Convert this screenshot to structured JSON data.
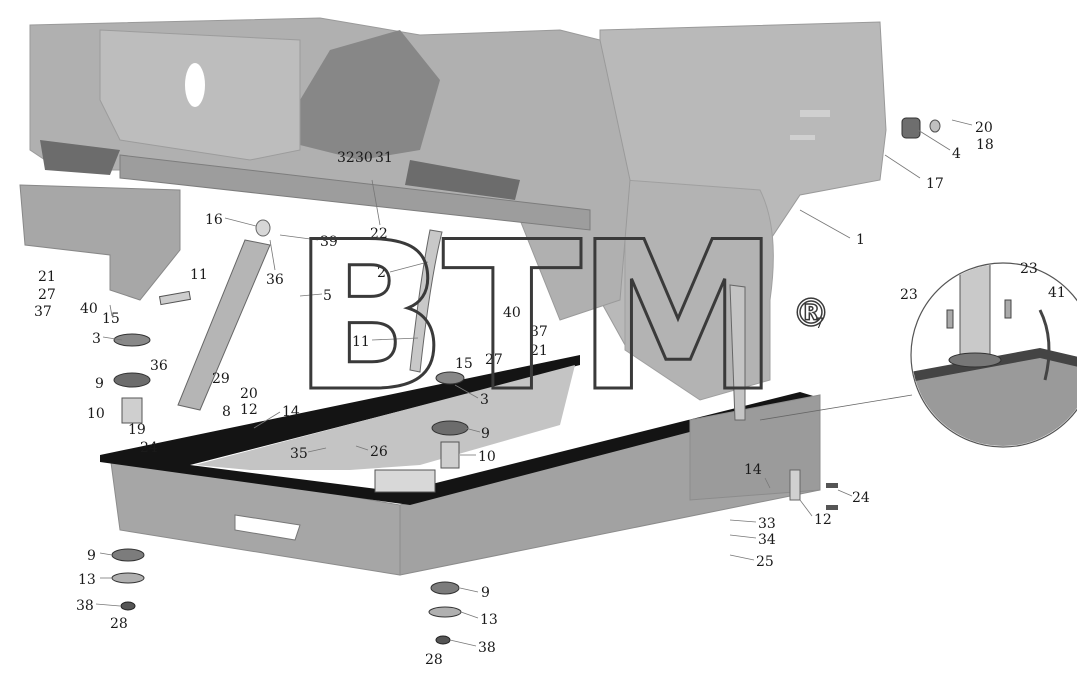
{
  "watermark": {
    "text": "BTM",
    "registered_mark": "®"
  },
  "colors": {
    "cab_fill": "#b7b7b7",
    "cab_dark": "#8a8a8a",
    "frame_fill": "#a8a8a8",
    "frame_top": "#141414",
    "inset_fill": "#b0b0b0",
    "label": "#1a1a1a",
    "leader": "#777777"
  },
  "callouts": [
    "1",
    "2",
    "3",
    "4",
    "5",
    "7",
    "8",
    "9",
    "10",
    "11",
    "12",
    "13",
    "14",
    "15",
    "16",
    "17",
    "18",
    "19",
    "20",
    "21",
    "22",
    "23",
    "24",
    "25",
    "26",
    "27",
    "28",
    "29",
    "30",
    "31",
    "32",
    "33",
    "34",
    "35",
    "36",
    "37",
    "38",
    "39",
    "40",
    "41"
  ],
  "labels": [
    {
      "id": "lbl-1",
      "text": "1"
    },
    {
      "id": "lbl-2",
      "text": "2"
    },
    {
      "id": "lbl-3a",
      "text": "3"
    },
    {
      "id": "lbl-3b",
      "text": "3"
    },
    {
      "id": "lbl-4",
      "text": "4"
    },
    {
      "id": "lbl-5",
      "text": "5"
    },
    {
      "id": "lbl-7",
      "text": "7"
    },
    {
      "id": "lbl-8",
      "text": "8"
    },
    {
      "id": "lbl-9a",
      "text": "9"
    },
    {
      "id": "lbl-9b",
      "text": "9"
    },
    {
      "id": "lbl-9c",
      "text": "9"
    },
    {
      "id": "lbl-9d",
      "text": "9"
    },
    {
      "id": "lbl-10a",
      "text": "10"
    },
    {
      "id": "lbl-10b",
      "text": "10"
    },
    {
      "id": "lbl-11a",
      "text": "11"
    },
    {
      "id": "lbl-11b",
      "text": "11"
    },
    {
      "id": "lbl-12a",
      "text": "12"
    },
    {
      "id": "lbl-12b",
      "text": "12"
    },
    {
      "id": "lbl-13a",
      "text": "13"
    },
    {
      "id": "lbl-13b",
      "text": "13"
    },
    {
      "id": "lbl-14a",
      "text": "14"
    },
    {
      "id": "lbl-14b",
      "text": "14"
    },
    {
      "id": "lbl-15a",
      "text": "15"
    },
    {
      "id": "lbl-15b",
      "text": "15"
    },
    {
      "id": "lbl-16",
      "text": "16"
    },
    {
      "id": "lbl-17",
      "text": "17"
    },
    {
      "id": "lbl-18",
      "text": "18"
    },
    {
      "id": "lbl-19",
      "text": "19"
    },
    {
      "id": "lbl-20a",
      "text": "20"
    },
    {
      "id": "lbl-20b",
      "text": "20"
    },
    {
      "id": "lbl-21a",
      "text": "21"
    },
    {
      "id": "lbl-21b",
      "text": "21"
    },
    {
      "id": "lbl-22",
      "text": "22"
    },
    {
      "id": "lbl-23a",
      "text": "23"
    },
    {
      "id": "lbl-23b",
      "text": "23"
    },
    {
      "id": "lbl-24a",
      "text": "24"
    },
    {
      "id": "lbl-24b",
      "text": "24"
    },
    {
      "id": "lbl-25",
      "text": "25"
    },
    {
      "id": "lbl-26",
      "text": "26"
    },
    {
      "id": "lbl-27a",
      "text": "27"
    },
    {
      "id": "lbl-27b",
      "text": "27"
    },
    {
      "id": "lbl-28a",
      "text": "28"
    },
    {
      "id": "lbl-28b",
      "text": "28"
    },
    {
      "id": "lbl-29",
      "text": "29"
    },
    {
      "id": "lbl-30",
      "text": "30"
    },
    {
      "id": "lbl-31",
      "text": "31"
    },
    {
      "id": "lbl-32",
      "text": "32"
    },
    {
      "id": "lbl-33",
      "text": "33"
    },
    {
      "id": "lbl-34",
      "text": "34"
    },
    {
      "id": "lbl-35",
      "text": "35"
    },
    {
      "id": "lbl-36a",
      "text": "36"
    },
    {
      "id": "lbl-36b",
      "text": "36"
    },
    {
      "id": "lbl-37a",
      "text": "37"
    },
    {
      "id": "lbl-37b",
      "text": "37"
    },
    {
      "id": "lbl-38a",
      "text": "38"
    },
    {
      "id": "lbl-38b",
      "text": "38"
    },
    {
      "id": "lbl-39",
      "text": "39"
    },
    {
      "id": "lbl-40a",
      "text": "40"
    },
    {
      "id": "lbl-40b",
      "text": "40"
    },
    {
      "id": "lbl-41",
      "text": "41"
    }
  ]
}
